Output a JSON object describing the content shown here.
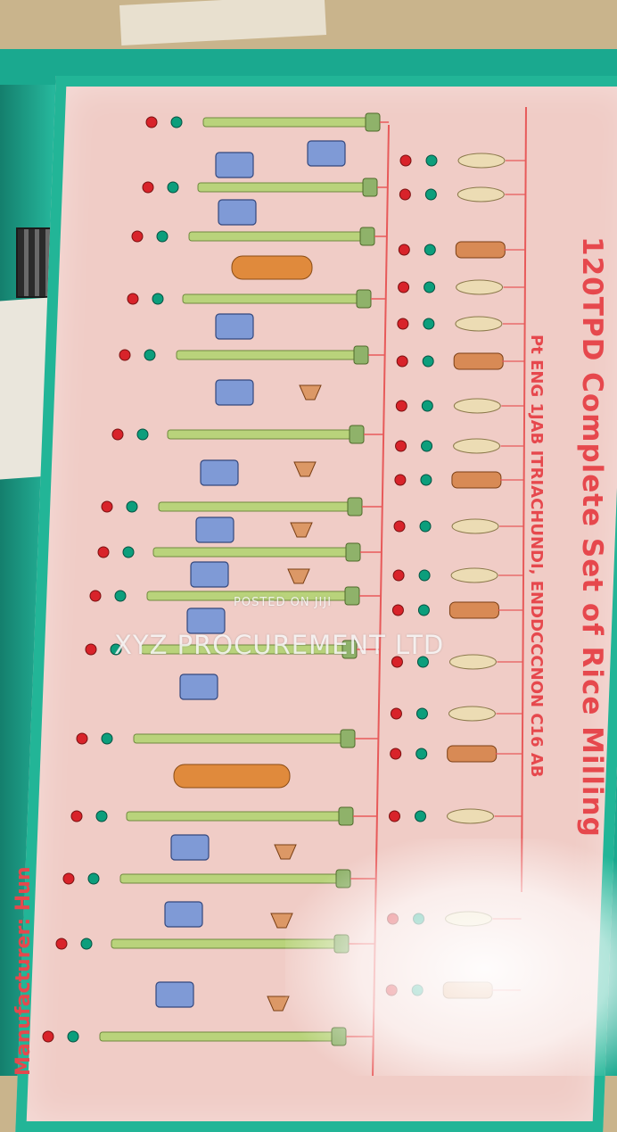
{
  "panel": {
    "title": "120TPD Complete Set of Rice Milling",
    "subtitle": "Pt  ENG 1JAB ITRIACHUNDI, ENDDCCCNON C16 AB",
    "manufacturer": "Manufacturer: Hun"
  },
  "watermark": {
    "posted": "POSTED ON JIJI",
    "company": "XYZ PROCUREMENT LTD"
  },
  "colors": {
    "panel_background": "#f0ccc6",
    "frame": "#22b597",
    "conveyor": "#b9d37b",
    "pipeline": "#e75a5a",
    "motor": "#7f9ad6",
    "tank": "#e08a3c",
    "red_lamp": "#d8232a",
    "green_lamp": "#0c9e7c"
  }
}
